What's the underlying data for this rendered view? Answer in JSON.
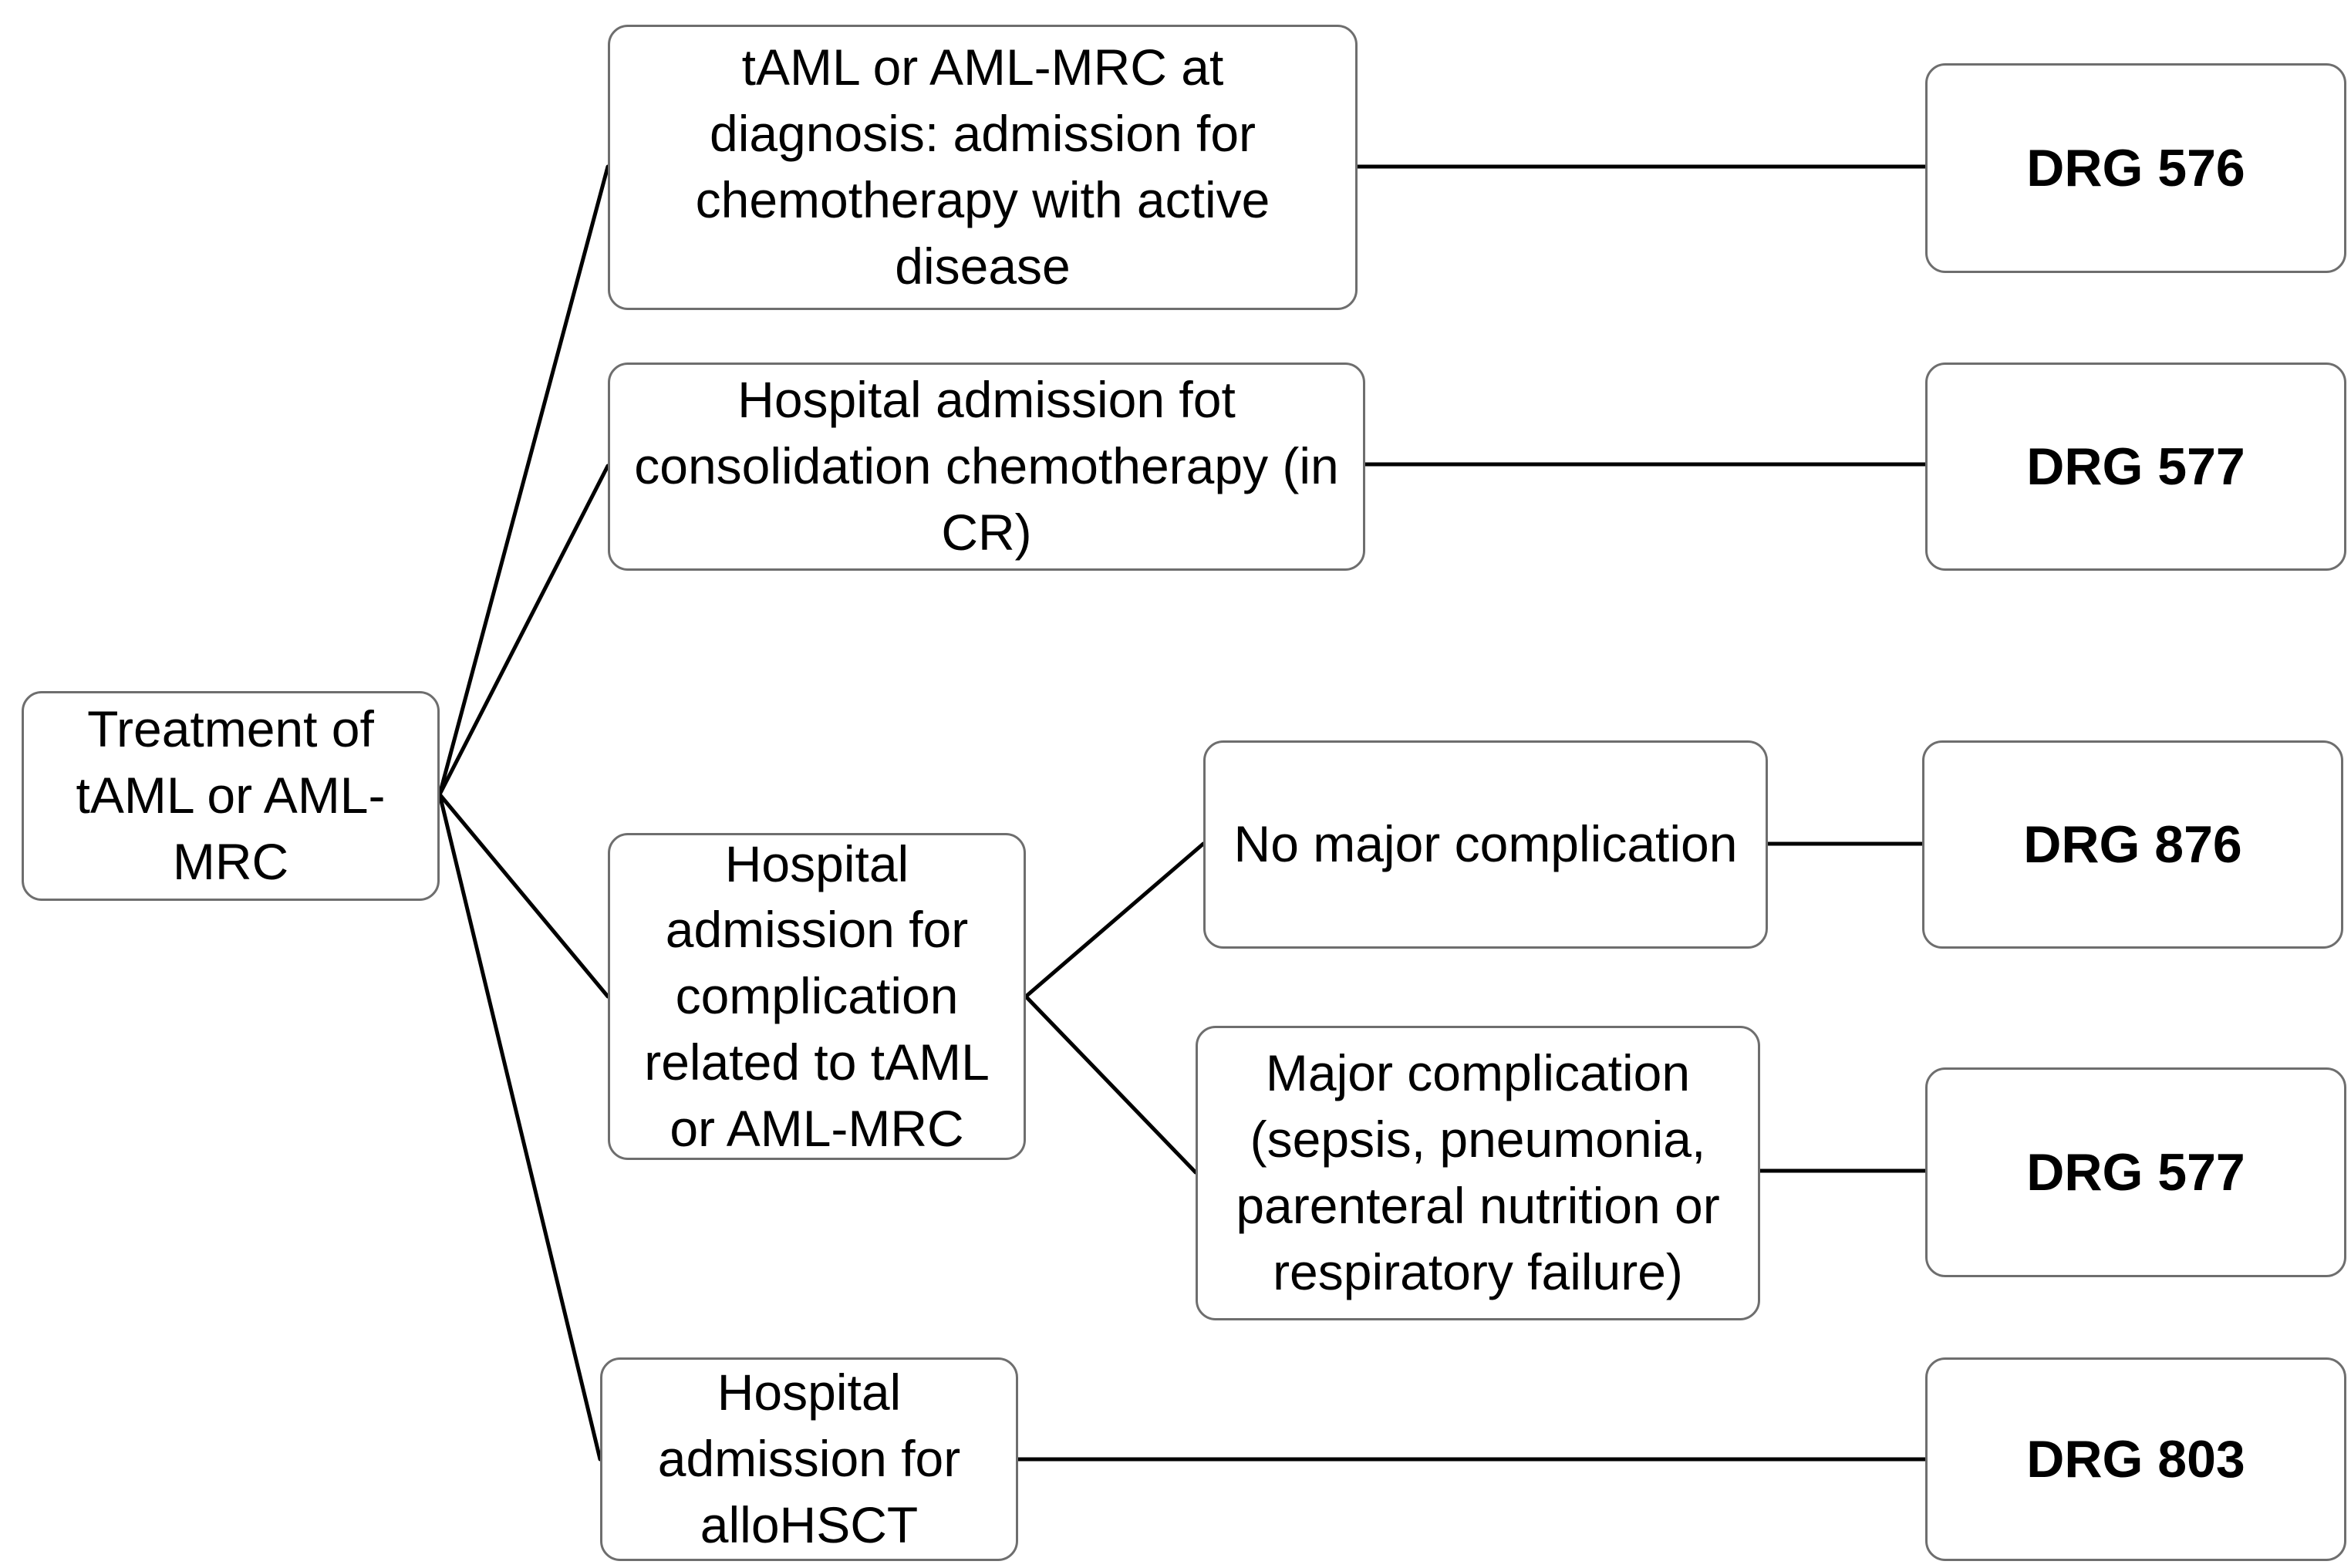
{
  "nodes": {
    "root": "Treatment of tAML or AML-MRC",
    "diagnosis": "tAML or AML-MRC at diagnosis: admission for chemotherapy with active disease",
    "consolidation": "Hospital admission fot consolidation chemotherapy (in CR)",
    "complication": "Hospital admission for complication related to tAML or AML-MRC",
    "allohsct": "Hospital admission for alloHSCT",
    "no_major": "No major complication",
    "major": "Major complication (sepsis, pneumonia, parenteral nutrition or respiratory failure)"
  },
  "drg": {
    "diagnosis": "DRG 576",
    "consolidation": "DRG 577",
    "no_major": "DRG 876",
    "major": "DRG 577",
    "allohsct": "DRG 803"
  },
  "colors": {
    "box_border": "#6e6e6e",
    "line": "#000000",
    "background": "#ffffff"
  }
}
